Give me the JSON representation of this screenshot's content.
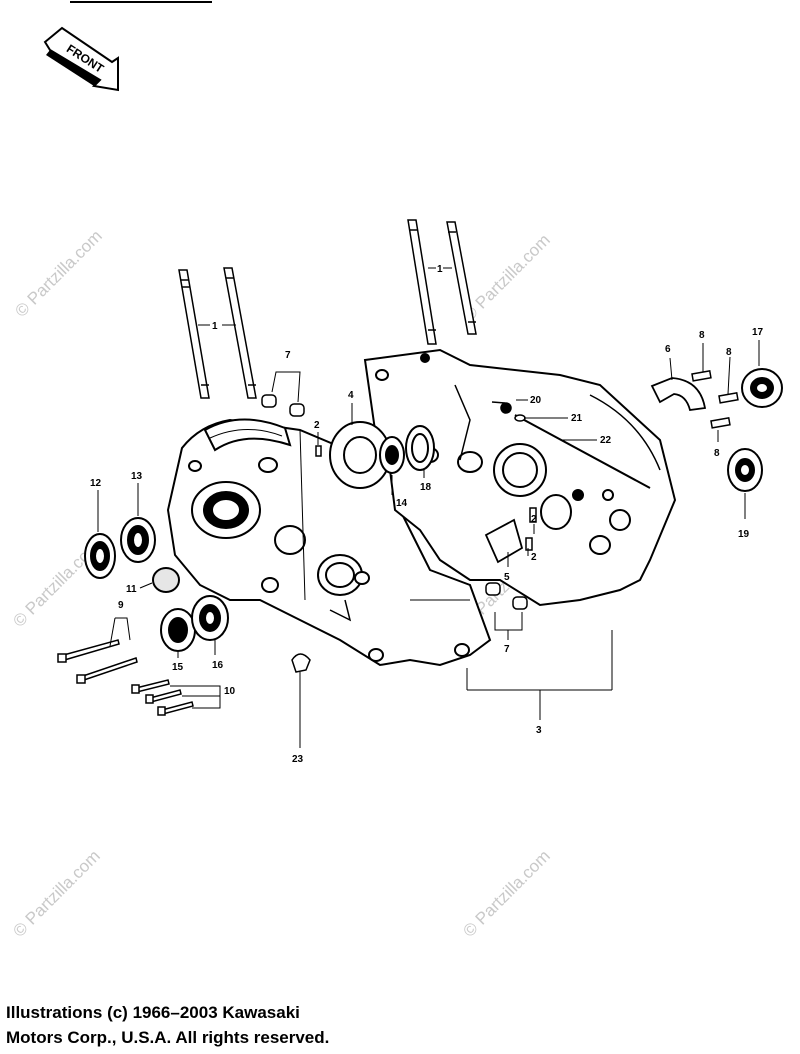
{
  "front_arrow": {
    "label": "FRONT"
  },
  "watermark": {
    "text": "© Partzilla.com"
  },
  "callouts": {
    "c1a": "1",
    "c1b": "1",
    "c2a": "2",
    "c2b": "2",
    "c2c": "2",
    "c3": "3",
    "c4": "4",
    "c5": "5",
    "c6": "6",
    "c7a": "7",
    "c7b": "7",
    "c8a": "8",
    "c8b": "8",
    "c8c": "8",
    "c9": "9",
    "c10": "10",
    "c11": "11",
    "c12": "12",
    "c13": "13",
    "c14": "14",
    "c15": "15",
    "c16": "16",
    "c17": "17",
    "c18": "18",
    "c19": "19",
    "c20": "20",
    "c21": "21",
    "c22": "22",
    "c23": "23"
  },
  "copyright": {
    "line1": "Illustrations (c) 1966–2003 Kawasaki",
    "line2": "Motors Corp., U.S.A.  All rights reserved."
  }
}
